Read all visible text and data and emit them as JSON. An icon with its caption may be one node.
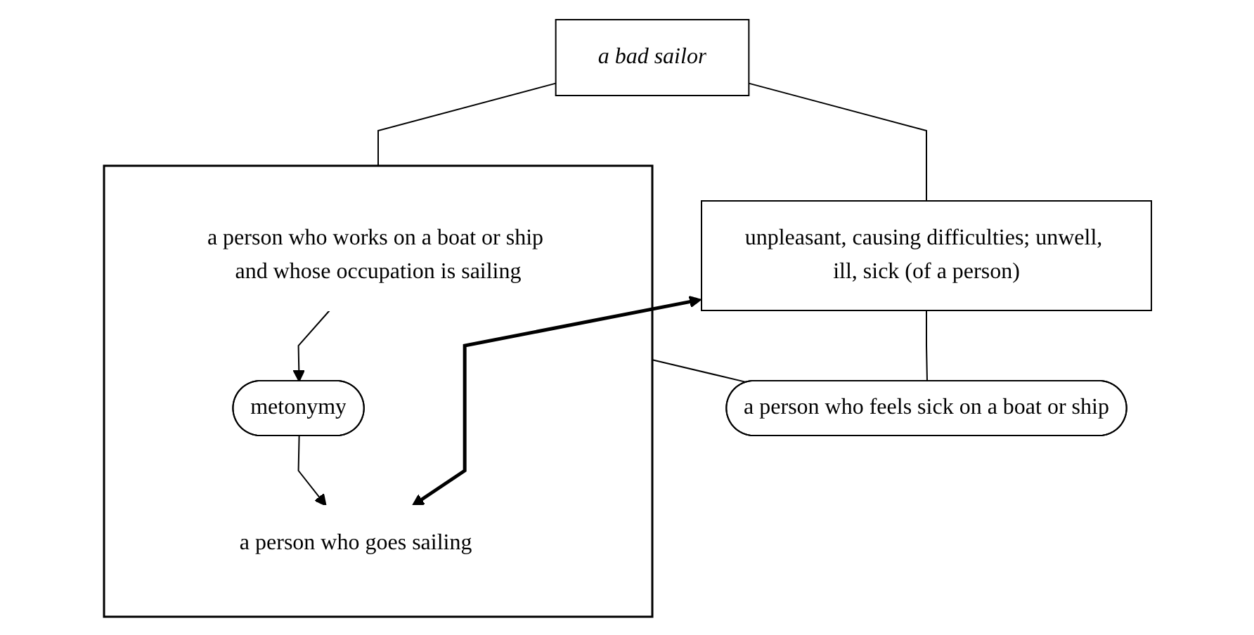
{
  "diagram": {
    "nodes": [
      {
        "text": [
          "a bad sailor"
        ]
      },
      {
        "text": [
          "unpleasant, causing difficulties; unwell, ill, sick (of a person)"
        ]
      },
      {
        "text": [],
        "shape": "box"
      },
      {
        "text": [
          "a person who works on a boat or ship and whose occupation is sailing"
        ],
        "in": 2
      },
      {
        "text": [
          "metonymy"
        ],
        "in": 2
      },
      {
        "text": [
          "a person who goes sailing"
        ],
        "in": 2
      },
      {
        "text": [
          "a person who feels sick on a boat or ship"
        ]
      }
    ],
    "edges": [
      {
        "from": 0,
        "to": 1,
        "arrow": "none"
      },
      {
        "from": 0,
        "to": 2,
        "arrow": "none"
      },
      {
        "from": 3,
        "to": 4,
        "arrow": "to"
      },
      {
        "from": 4,
        "to": 5,
        "arrow": "to"
      },
      {
        "from": 1,
        "to": 5,
        "arrow": "both",
        "style": "thick"
      },
      {
        "from": 1,
        "to": 6,
        "arrow": "none"
      },
      {
        "from": 2,
        "to": 6,
        "arrow": "none"
      }
    ]
  }
}
